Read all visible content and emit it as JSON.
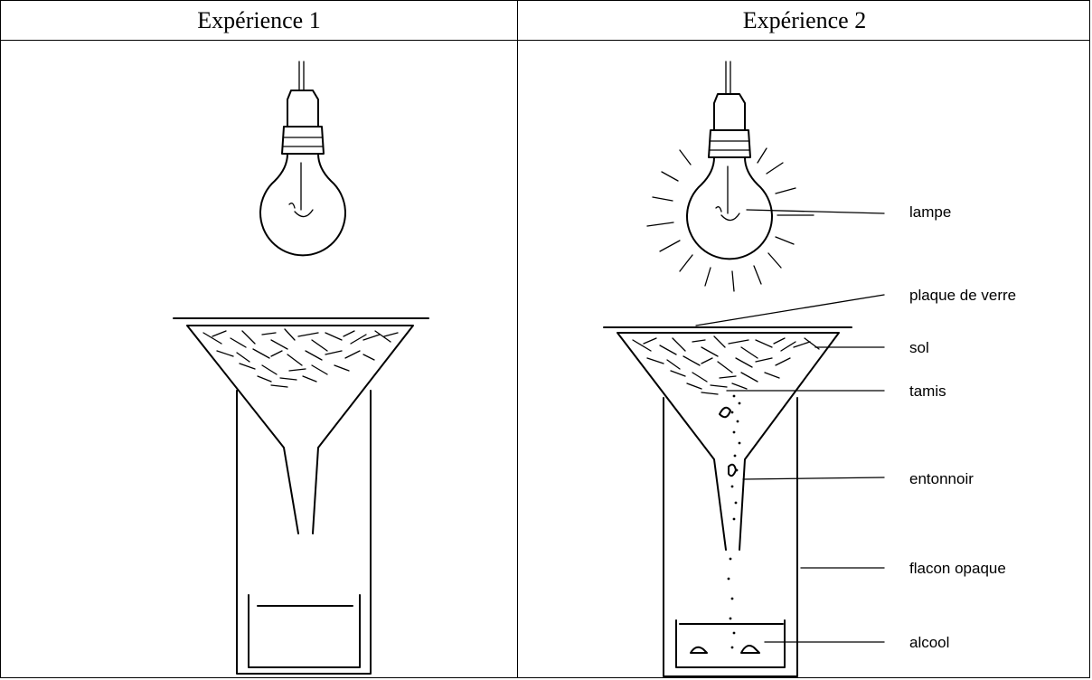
{
  "headers": {
    "experience_1": "Expérience 1",
    "experience_2": "Expérience 2"
  },
  "labels": {
    "lampe": "lampe",
    "plaque": "plaque de verre",
    "sol": "sol",
    "tamis": "tamis",
    "entonnoir": "entonnoir",
    "flacon": "flacon opaque",
    "alcool": "alcool"
  }
}
